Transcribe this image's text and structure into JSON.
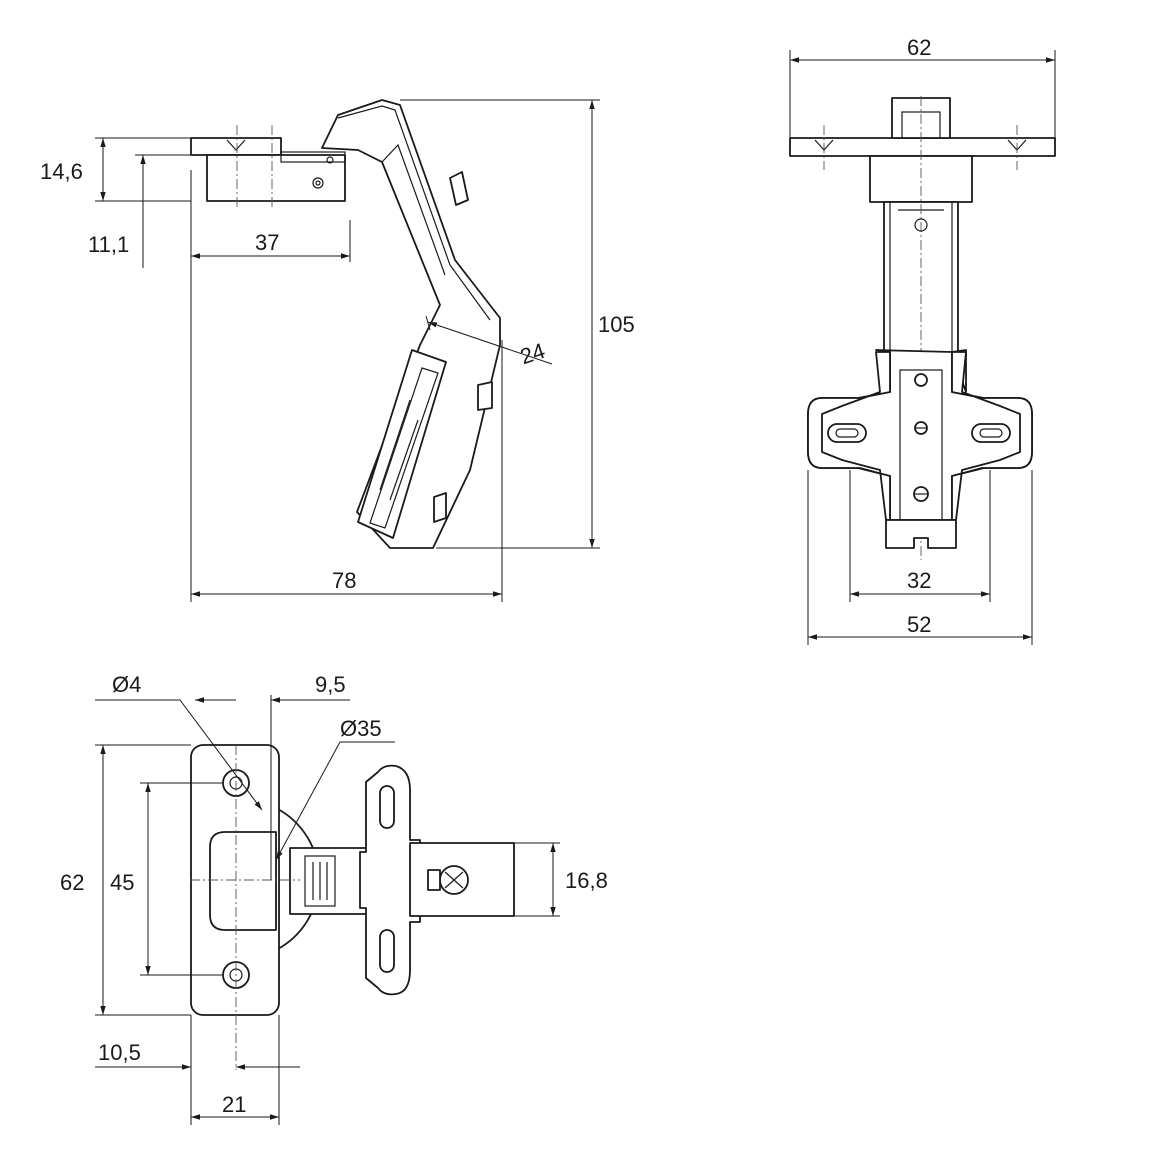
{
  "side_view": {
    "dim_height_top": "14,6",
    "dim_height_cup": "11,1",
    "dim_cup_width": "37",
    "dim_arm_width": "24",
    "dim_total_height": "105",
    "dim_total_width": "78"
  },
  "front_view": {
    "dim_plate_width": "62",
    "dim_hole_spacing": "32",
    "dim_base_width": "52"
  },
  "top_view": {
    "dim_hole_diameter": "Ø4",
    "dim_hole_offset": "9,5",
    "dim_cup_diameter": "Ø35",
    "dim_height": "62",
    "dim_hole_pitch": "45",
    "dim_arm_height": "16,8",
    "dim_edge_offset": "10,5",
    "dim_plate_width": "21"
  }
}
